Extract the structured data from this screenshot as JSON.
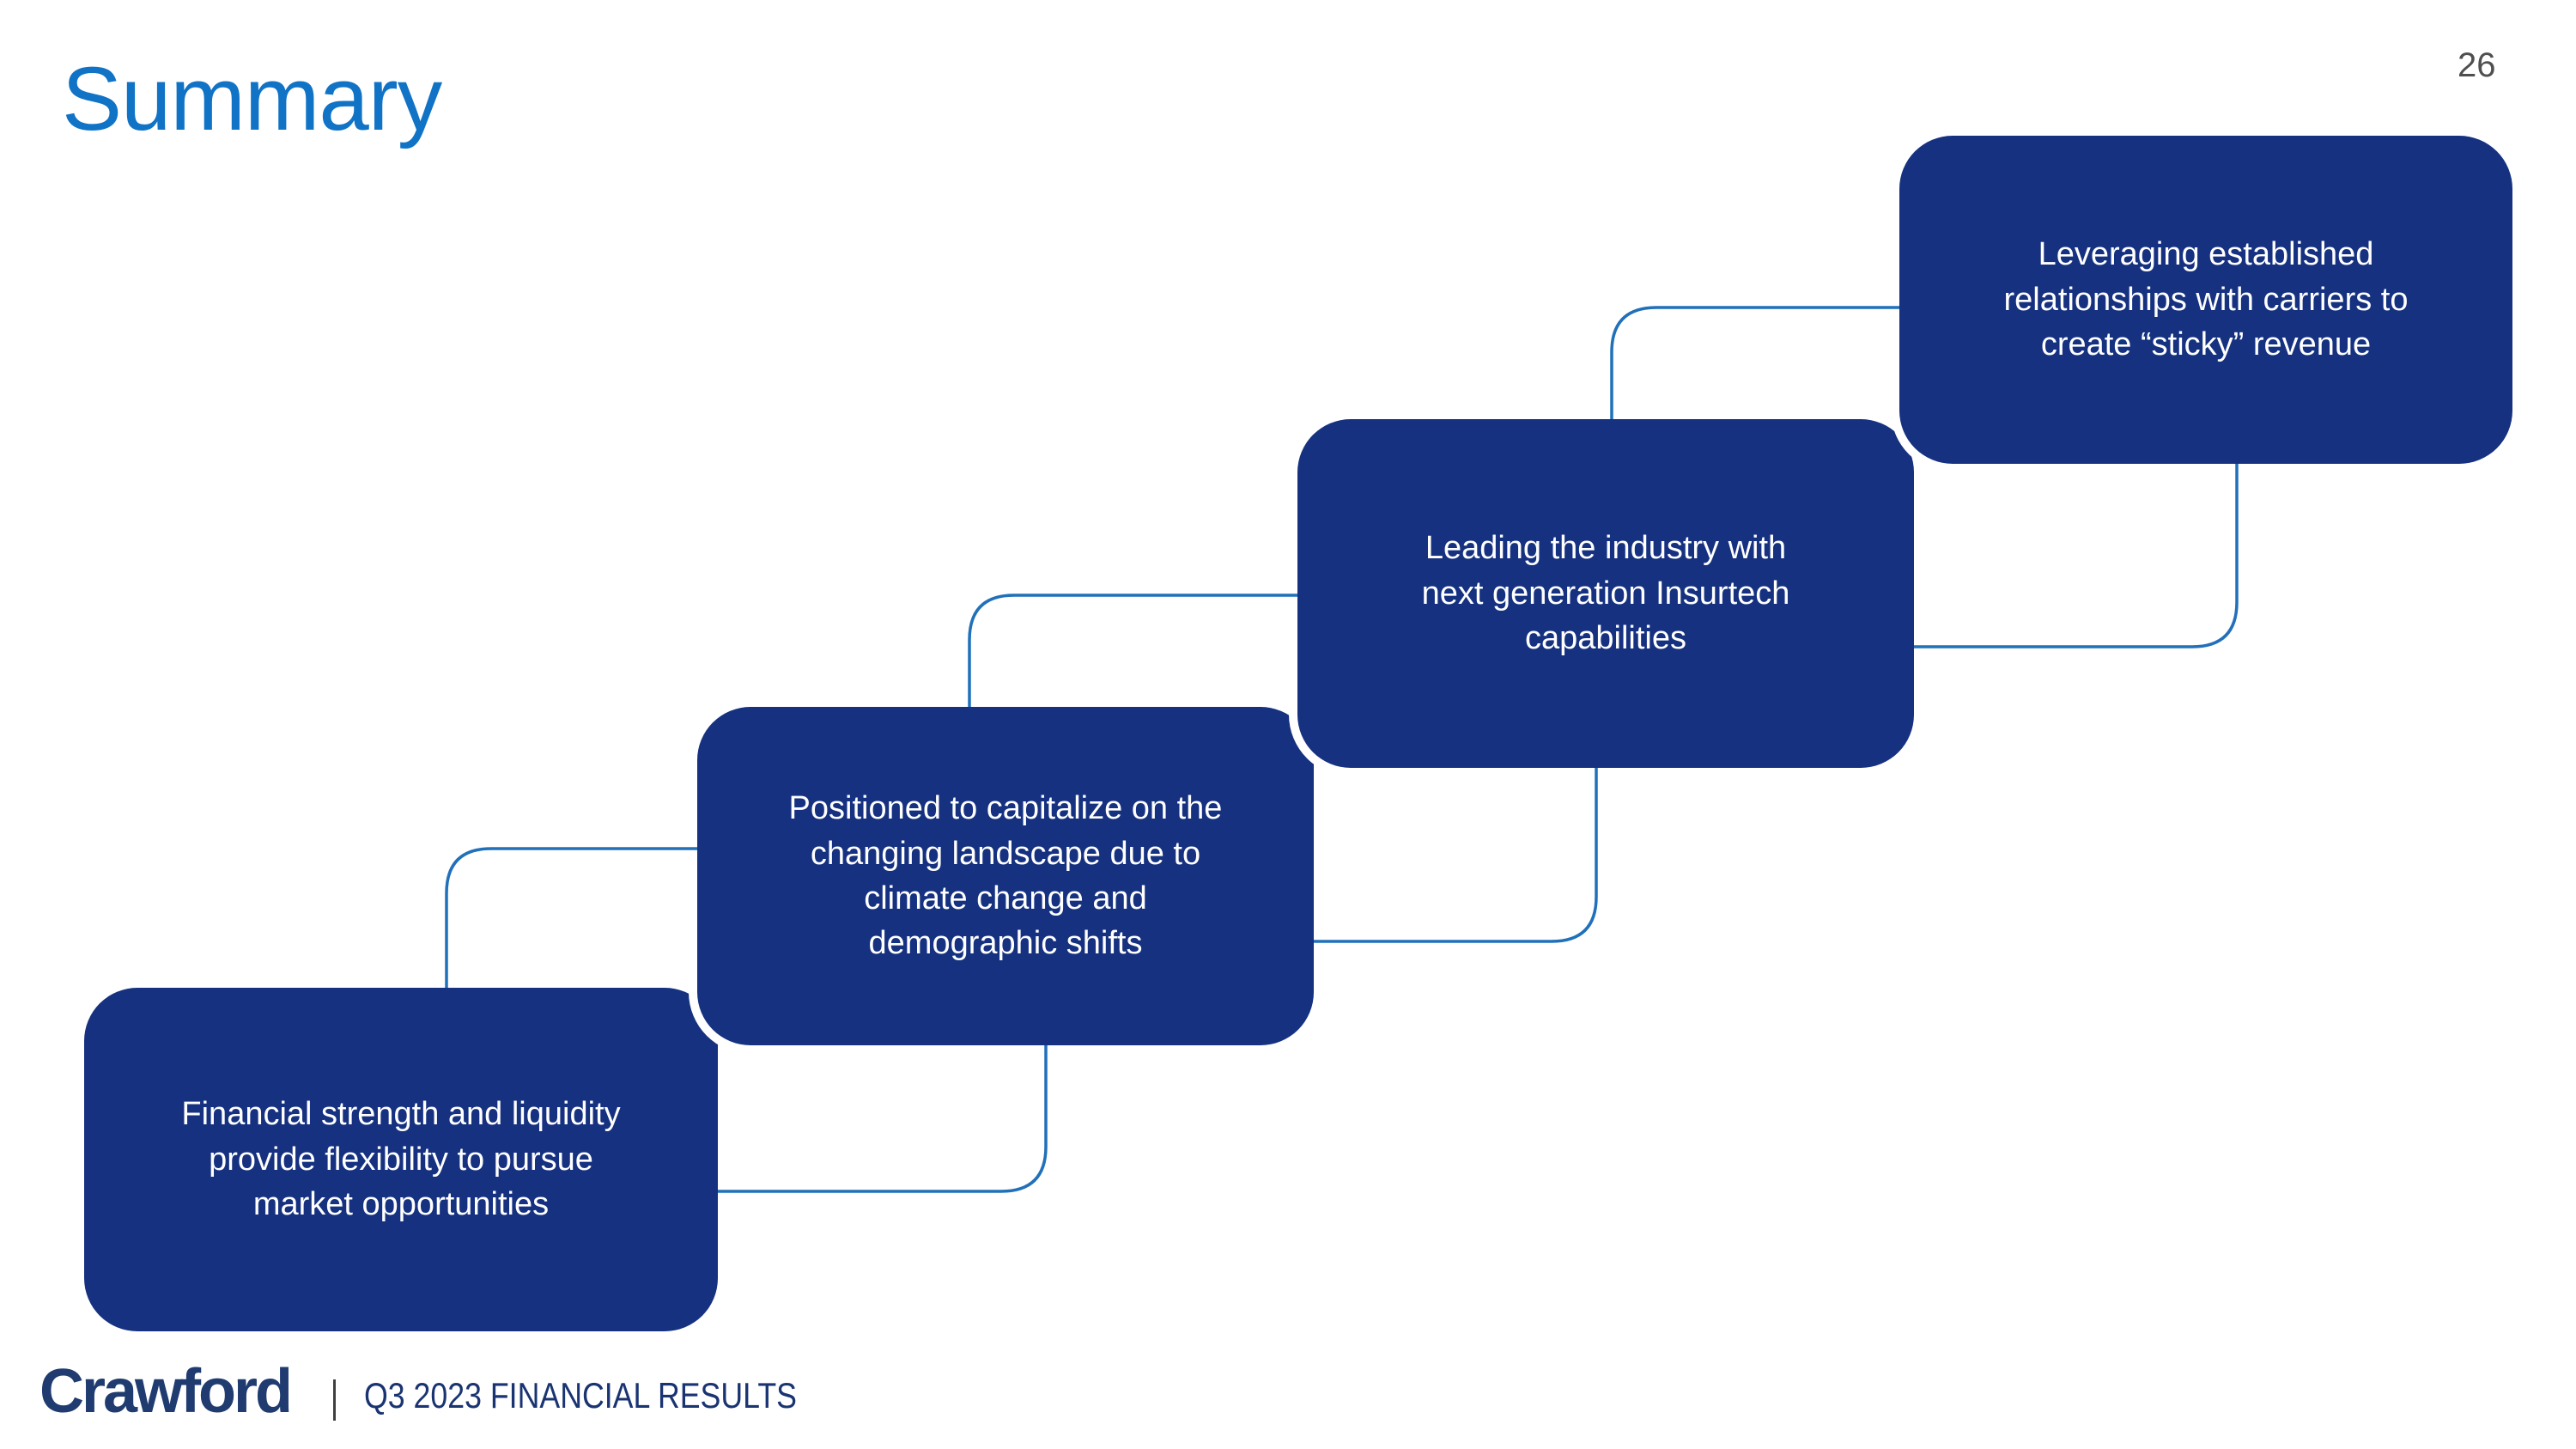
{
  "page": {
    "number": "26"
  },
  "title": "Summary",
  "boxes": [
    {
      "id": "financial-strength",
      "lines": [
        "Financial strength and liquidity",
        "provide flexibility to pursue",
        "market opportunities"
      ]
    },
    {
      "id": "positioned-to-capitalize",
      "lines": [
        "Positioned to capitalize on the",
        "changing landscape due to",
        "climate change and",
        "demographic shifts"
      ]
    },
    {
      "id": "leading-industry",
      "lines": [
        "Leading the industry with",
        "next generation Insurtech",
        "capabilities"
      ]
    },
    {
      "id": "leveraging-relationships",
      "lines": [
        "Leveraging established",
        "relationships with carriers to",
        "create “sticky” revenue"
      ]
    }
  ],
  "footer": {
    "logo": "Crawford",
    "divider": "|",
    "label": "Q3 2023 FINANCIAL RESULTS"
  },
  "colors": {
    "title_blue": "#1173C6",
    "box_navy": "#153180",
    "connector_blue": "#2070BA",
    "logo_navy": "#1F3B70",
    "footer_navy": "#1A3472",
    "divider_gray": "#3F3F3F",
    "page_gray": "#4F4F4F"
  }
}
